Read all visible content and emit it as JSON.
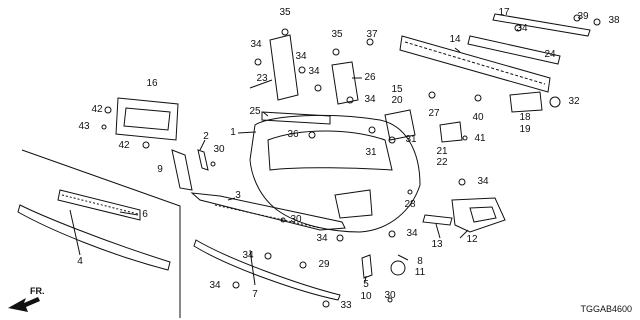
{
  "diagram_code": "TGGAB4600",
  "direction_label": "FR.",
  "callouts": [
    "1",
    "2",
    "3",
    "4",
    "5",
    "6",
    "7",
    "8",
    "9",
    "10",
    "11",
    "12",
    "13",
    "14",
    "15",
    "16",
    "17",
    "18",
    "19",
    "20",
    "21",
    "22",
    "23",
    "24",
    "25",
    "26",
    "27",
    "28",
    "29",
    "30",
    "31",
    "32",
    "33",
    "34",
    "35",
    "36",
    "37",
    "38",
    "39",
    "40",
    "41",
    "42",
    "43"
  ],
  "colors": {
    "line": "#111111",
    "background": "#ffffff"
  }
}
